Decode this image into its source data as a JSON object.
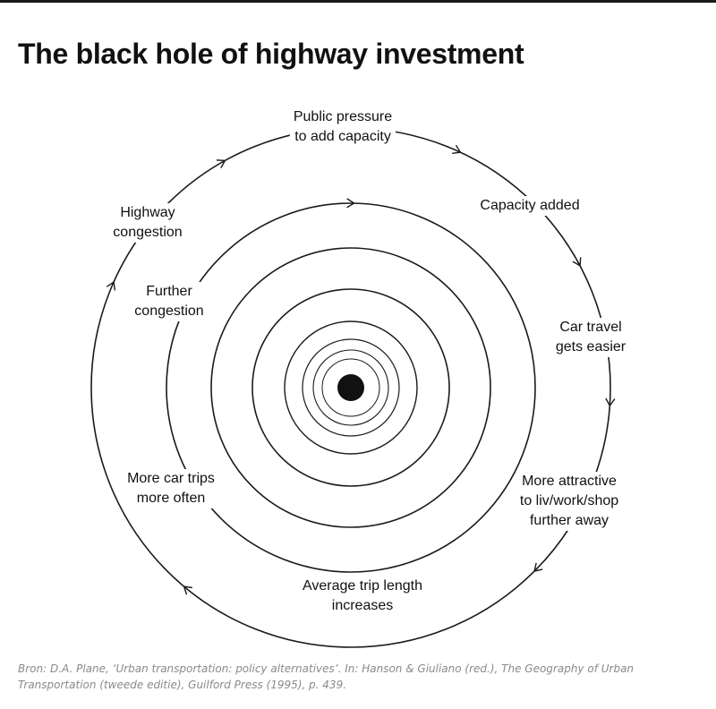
{
  "title": "The black hole of highway investment",
  "cycle_labels": [
    {
      "id": "public-pressure",
      "lines": [
        "Public pressure",
        "to add capacity"
      ]
    },
    {
      "id": "capacity-added",
      "lines": [
        "Capacity added"
      ]
    },
    {
      "id": "car-travel-easier",
      "lines": [
        "Car travel",
        "gets easier"
      ]
    },
    {
      "id": "more-attractive",
      "lines": [
        "More attractive",
        "to liv/work/shop",
        "further away"
      ]
    },
    {
      "id": "average-trip-length",
      "lines": [
        "Average trip length",
        "increases"
      ]
    },
    {
      "id": "more-car-trips",
      "lines": [
        "More car trips",
        "more often"
      ]
    },
    {
      "id": "highway-congestion",
      "lines": [
        "Highway",
        "congestion"
      ]
    },
    {
      "id": "further-congestion",
      "lines": [
        "Further",
        "congestion"
      ]
    }
  ],
  "source": {
    "line1": "Bron: D.A. Plane, ‘Urban transportation: policy alternatives’. In: Hanson & Giuliano (red.), The Geography of Urban",
    "line2": "Transportation (tweede editie), Guilford Press (1995), p. 439."
  },
  "colors": {
    "line": "#1a1a1a",
    "hole": "#111111",
    "source_text": "#8a8a8a"
  }
}
